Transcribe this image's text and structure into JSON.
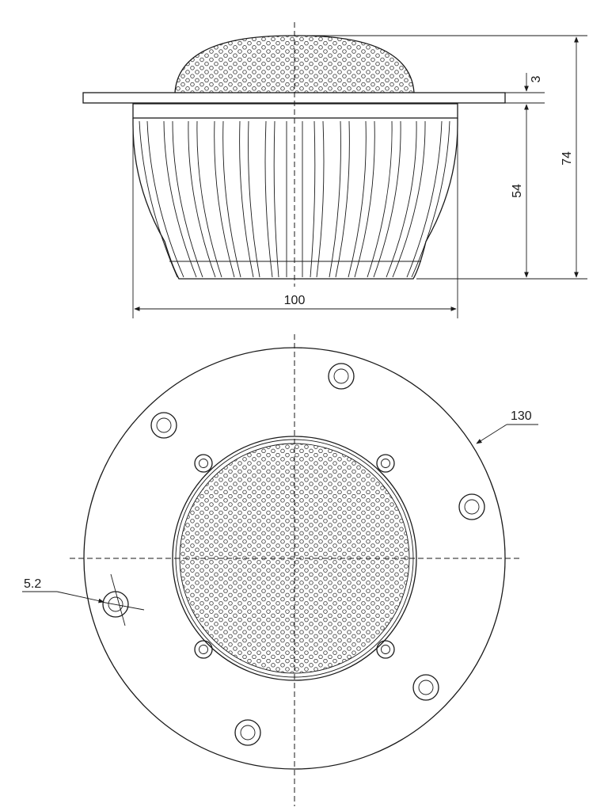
{
  "dimensions": {
    "height_total": "74",
    "body_height": "54",
    "flange_thickness": "3",
    "body_width": "100",
    "flange_diameter": "130",
    "mount_hole": "5.2"
  },
  "colors": {
    "line": "#1a1a1a",
    "background": "#ffffff"
  }
}
